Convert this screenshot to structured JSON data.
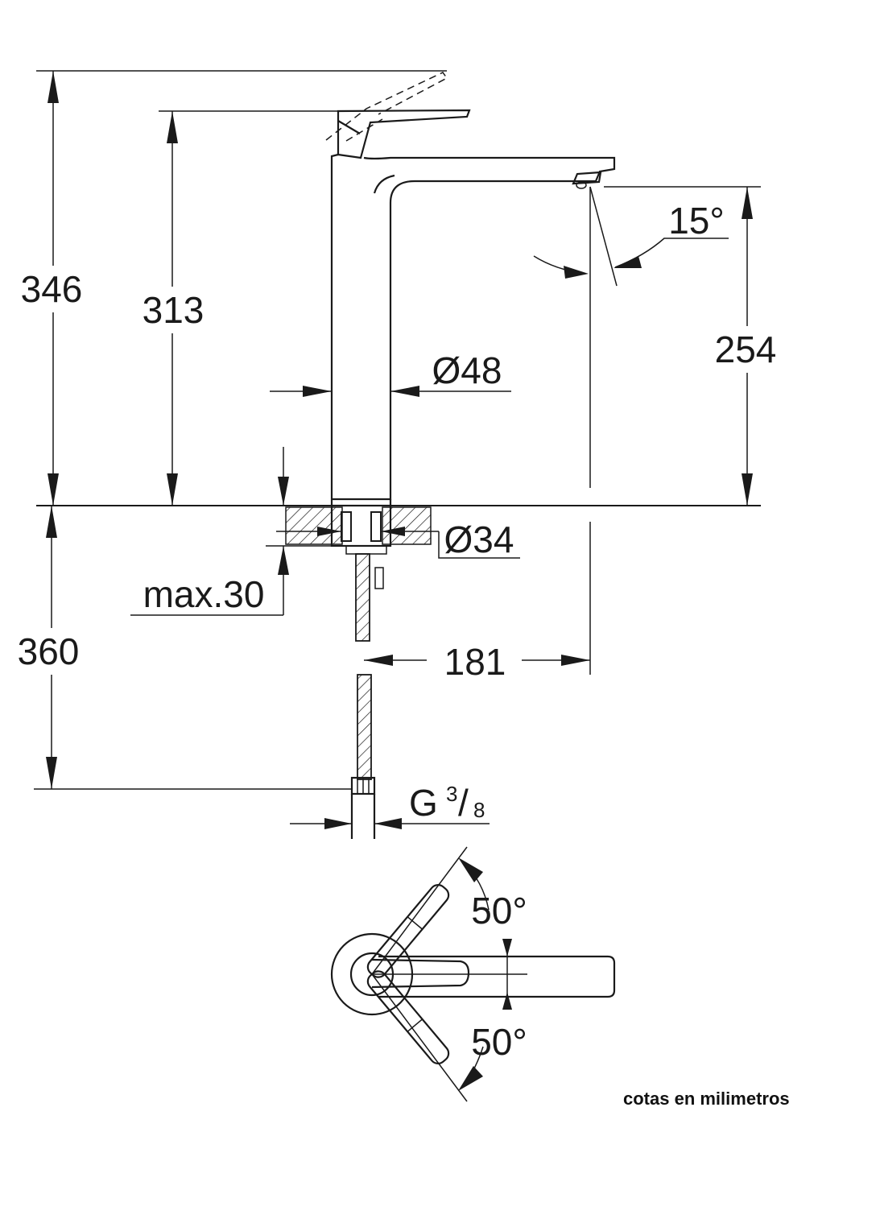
{
  "dimensions": {
    "total_height": "346",
    "lever_height": "313",
    "spout_height": "254",
    "body_diameter": "Ø48",
    "spout_angle": "15°",
    "mount_hole_diameter": "Ø34",
    "max_deck_thickness": "max.30",
    "hose_length": "360",
    "spout_reach": "181",
    "connection_thread": "G",
    "thread_numerator": "3",
    "thread_denominator": "8",
    "lever_angle_upper": "50°",
    "lever_angle_lower": "50°"
  },
  "note": "cotas en milimetros"
}
